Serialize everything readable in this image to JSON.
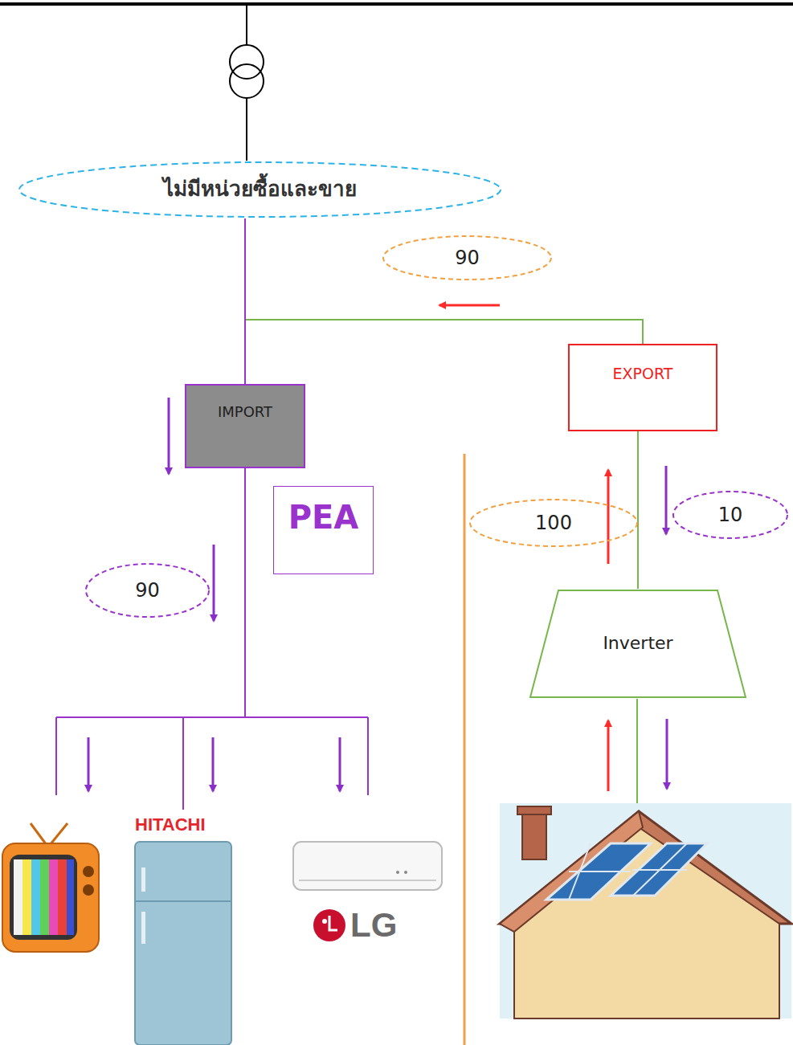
{
  "diagram": {
    "nodes": [
      {
        "text": [
          "ไม่มีหน่วยซื้อและขาย"
        ]
      },
      {
        "text": [
          "90"
        ]
      },
      {
        "text": [
          "IMPORT"
        ]
      },
      {
        "text": [
          "EXPORT"
        ]
      },
      {
        "text": [
          "PEA"
        ]
      },
      {
        "text": [
          "90"
        ]
      },
      {
        "text": [
          "100"
        ]
      },
      {
        "text": [
          "10"
        ]
      },
      {
        "text": [
          "Inverter"
        ]
      }
    ],
    "edges": [
      {
        "from": 3,
        "to": 0,
        "arrow": "none"
      },
      {
        "from": 0,
        "to": 2,
        "arrow": "none"
      },
      {
        "from": 3,
        "to": 8,
        "arrow": "none"
      }
    ],
    "labels": [
      "HITACHI",
      "LG"
    ]
  }
}
